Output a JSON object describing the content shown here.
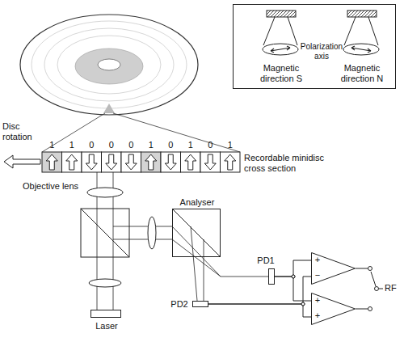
{
  "diagram": {
    "nodes": [
      {
        "text": [
          "Polarization axis",
          "Magnetic direction S",
          "Magnetic direction N"
        ]
      },
      {
        "text": [
          "Analyser"
        ]
      },
      {
        "text": [
          "Laser"
        ]
      },
      {
        "text": [
          "PD1"
        ]
      },
      {
        "text": [
          "PD2"
        ]
      },
      {
        "text": [
          "+",
          "−"
        ]
      },
      {
        "text": [
          "+",
          "+"
        ]
      }
    ],
    "edges": [
      {
        "from": 3,
        "to": 5,
        "arrow": "none"
      },
      {
        "from": 3,
        "to": 6,
        "arrow": "none"
      },
      {
        "from": 4,
        "to": 5,
        "arrow": "none"
      },
      {
        "from": 4,
        "to": 6,
        "arrow": "none"
      }
    ],
    "labels": [
      "Disc rotation",
      "1",
      "1",
      "0",
      "0",
      "0",
      "1",
      "0",
      "1",
      "0",
      "1",
      "Recordable minidisc cross section",
      "Objective lens",
      "RF"
    ]
  }
}
